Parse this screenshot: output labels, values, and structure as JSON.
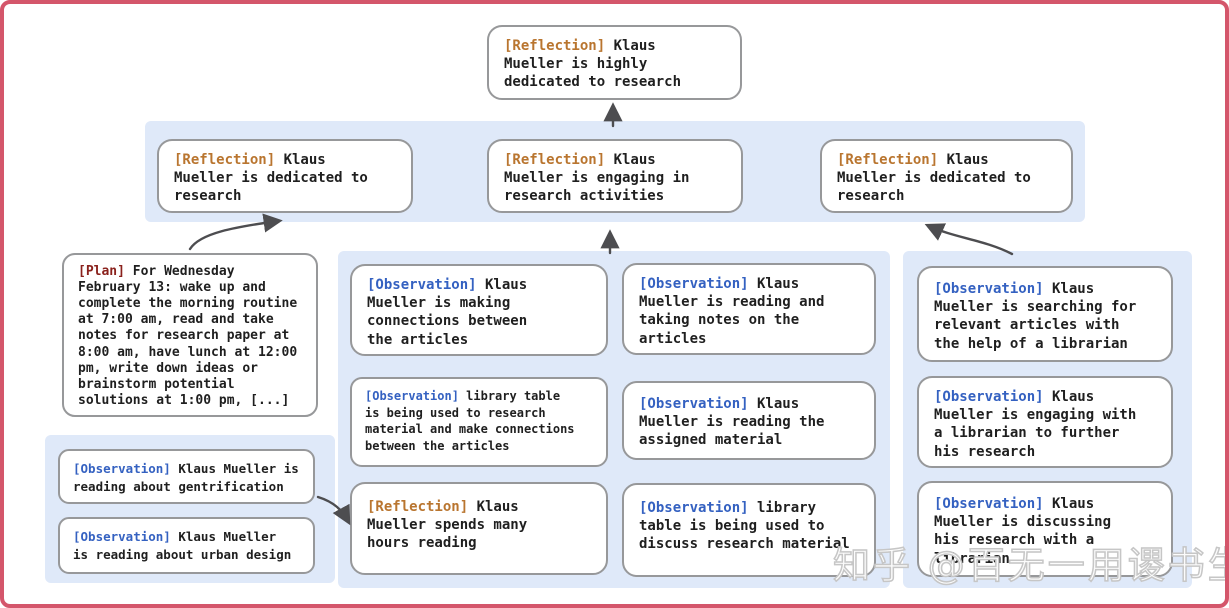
{
  "colors": {
    "reflection_label": "#b9752f",
    "observation_label": "#3461c1",
    "plan_label": "#8a211c",
    "band_background": "#dfe9f9",
    "box_border": "#97989a",
    "frame_border": "#d4566b",
    "arrow": "#4d4d50"
  },
  "watermark": {
    "text": "知乎 @百无一用谡书生"
  },
  "nodes": {
    "root": {
      "tag": "[Reflection]",
      "text": "Klaus\nMueller is highly\ndedicated to research"
    },
    "reflections": [
      {
        "tag": "[Reflection]",
        "text": "Klaus\nMueller is dedicated to\nresearch"
      },
      {
        "tag": "[Reflection]",
        "text": "Klaus\nMueller is engaging in\nresearch activities"
      },
      {
        "tag": "[Reflection]",
        "text": "Klaus\nMueller is dedicated to\nresearch"
      }
    ],
    "plan": {
      "tag": "[Plan]",
      "text": "For Wednesday\nFebruary 13: wake up and\ncomplete the morning routine\nat 7:00 am, read and take\nnotes for research paper at\n8:00 am, have lunch at 12:00\npm, write down ideas or\nbrainstorm potential\nsolutions at 1:00 pm, [...]"
    },
    "left_branch": [
      {
        "tag": "[Observation]",
        "text": "Klaus Mueller is\nreading about gentrification"
      },
      {
        "tag": "[Observation]",
        "text": "Klaus Mueller\nis reading about urban design"
      }
    ],
    "middle_branch": [
      {
        "tag": "[Observation]",
        "text": "Klaus\nMueller is making\nconnections between\nthe articles"
      },
      {
        "tag": "[Observation]",
        "text": "Klaus\nMueller is reading and\ntaking notes on the\narticles"
      },
      {
        "tag": "[Observation]",
        "text": "library table\nis being used to research\nmaterial and make connections\nbetween the articles"
      },
      {
        "tag": "[Observation]",
        "text": "Klaus\nMueller is reading the\nassigned material"
      },
      {
        "tag": "[Reflection]",
        "text": "Klaus\nMueller spends many\nhours reading"
      },
      {
        "tag": "[Observation]",
        "text": "library\ntable is being used to\ndiscuss research material"
      }
    ],
    "right_branch": [
      {
        "tag": "[Observation]",
        "text": "Klaus\nMueller is searching for\nrelevant articles with\nthe help of a librarian"
      },
      {
        "tag": "[Observation]",
        "text": "Klaus\nMueller is engaging with\na librarian to further\nhis research"
      },
      {
        "tag": "[Observation]",
        "text": "Klaus\nMueller is discussing\nhis research with a\nlibrarian"
      }
    ]
  }
}
